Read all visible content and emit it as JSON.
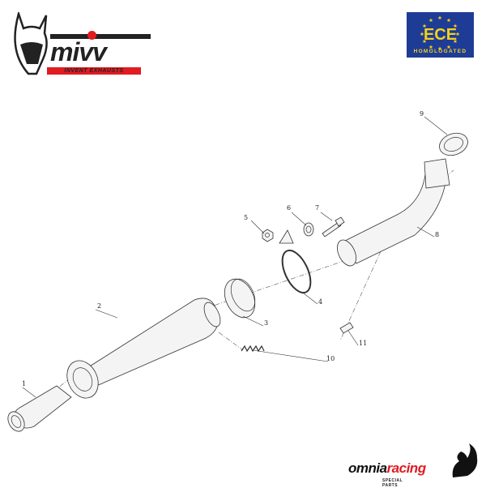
{
  "brand": {
    "name": "mivv",
    "tagline": "INVENT EXHAUSTS",
    "accent": "#e01b22"
  },
  "certification": {
    "title": "ECE",
    "subtitle": "HOMOLOGATED",
    "background": "#1e3c96",
    "text_color": "#f2d21c"
  },
  "dealer": {
    "name_part1": "omnia",
    "name_part2": "racing",
    "subtitle": "SPECIAL PARTS"
  },
  "callouts": [
    "1",
    "2",
    "3",
    "4",
    "5",
    "6",
    "7",
    "8",
    "9",
    "10",
    "11"
  ]
}
